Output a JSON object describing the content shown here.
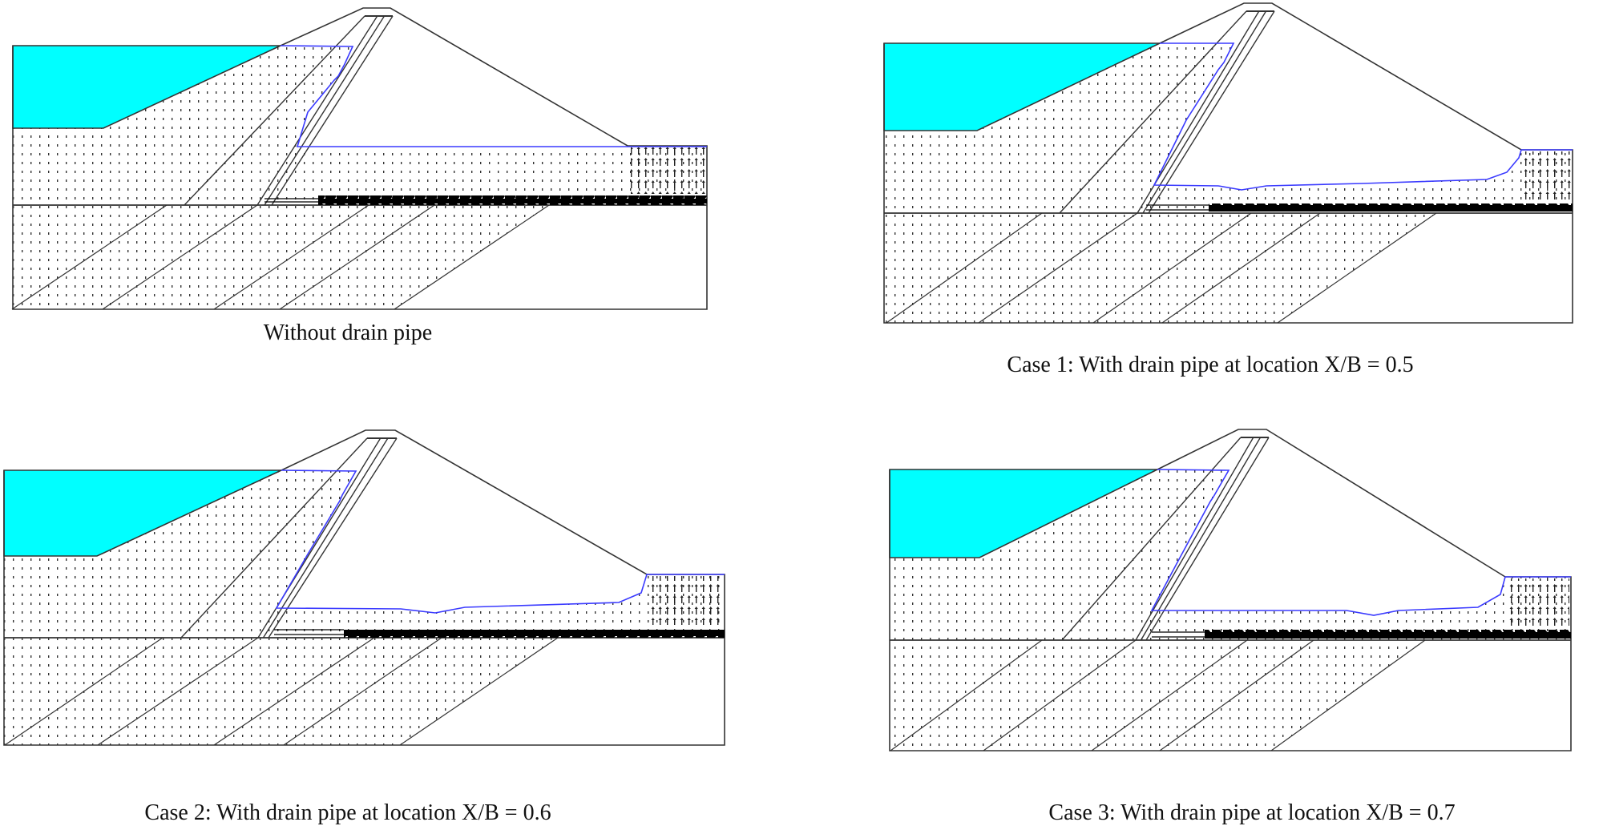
{
  "colors": {
    "water": "#00ffff",
    "phreatic_line": "#3a3aff",
    "outline": "#333333",
    "vectors": "#222222",
    "drain": "#000000"
  },
  "panels": [
    {
      "caption": "Without drain pipe"
    },
    {
      "caption": "Case 1: With drain pipe at location X/B = 0.5"
    },
    {
      "caption": "Case 2: With drain pipe at location X/B = 0.6"
    },
    {
      "caption": "Case 3: With drain pipe at location X/B = 0.7"
    }
  ]
}
